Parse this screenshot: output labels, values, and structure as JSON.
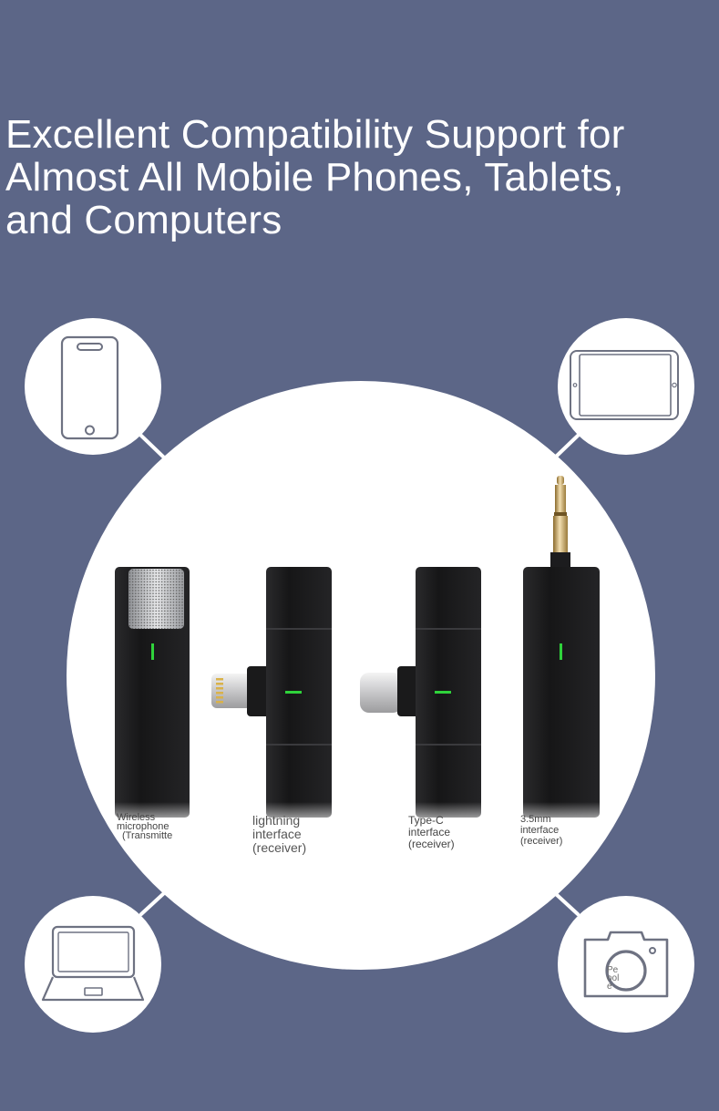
{
  "headline": {
    "line1": "Excellent Compatibility Support for",
    "line2": "Almost All Mobile Phones, Tablets,",
    "line3": "and Computers"
  },
  "compatible_devices": [
    {
      "icon": "smartphone-icon",
      "position": "top-left"
    },
    {
      "icon": "tablet-icon",
      "position": "top-right"
    },
    {
      "icon": "laptop-icon",
      "position": "bottom-left"
    },
    {
      "icon": "camera-icon",
      "position": "bottom-right"
    }
  ],
  "camera_icon_text": "Pe ool e",
  "products": {
    "transmitter": {
      "line1": "Wireless",
      "line2": "microphone",
      "line3": "(Transmitte"
    },
    "lightning": {
      "line1": "lightning",
      "line2": "interface",
      "line3": "(receiver)"
    },
    "typec": {
      "line1": "Type-C",
      "line2": "interface",
      "line3": "(receiver)"
    },
    "jack35": {
      "line1": "3.5mm",
      "line2": "interface",
      "line3": "(receiver)"
    }
  },
  "colors": {
    "background": "#5c6687",
    "circle": "#ffffff",
    "device_body": "#1c1c1e",
    "led": "#2fd23b",
    "headline_text": "#ffffff"
  }
}
